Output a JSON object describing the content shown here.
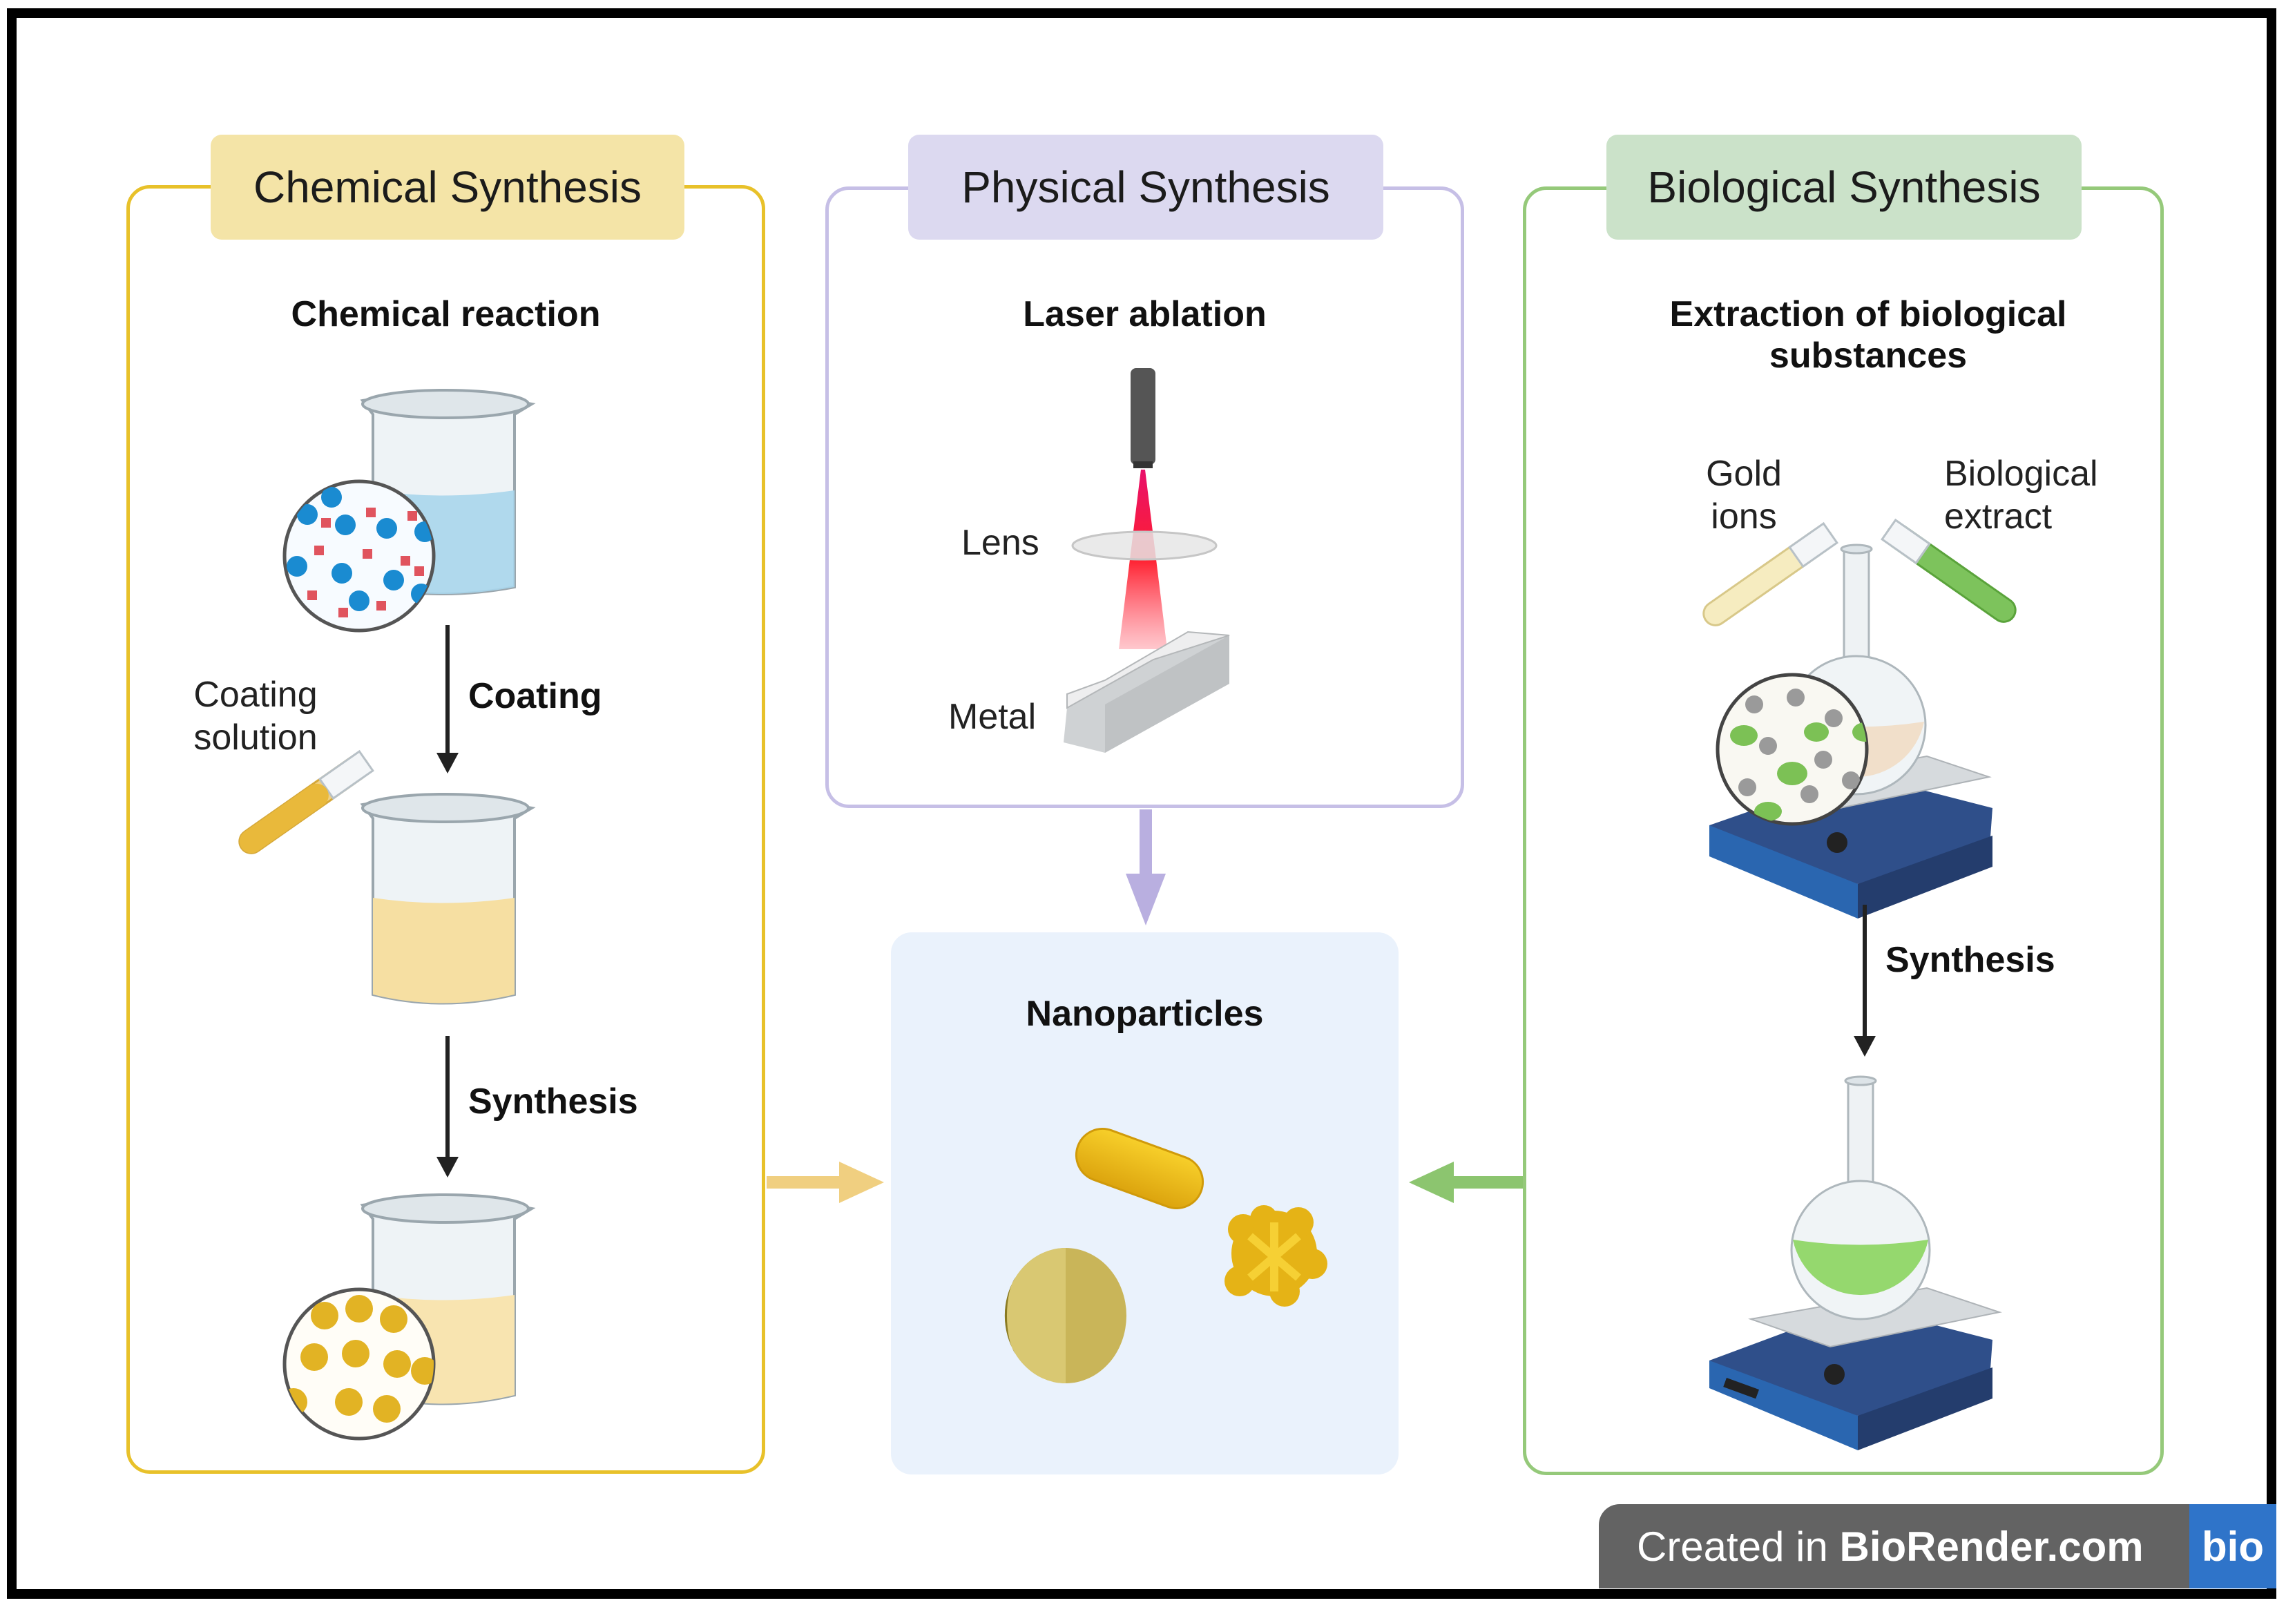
{
  "panels": {
    "chemical": {
      "title": "Chemical Synthesis",
      "heading": "Chemical reaction",
      "side_label_line1": "Coating",
      "side_label_line2": "solution",
      "step1": "Coating",
      "step2": "Synthesis",
      "accent": "#e8c12a",
      "tag_bg": "#f4e4a7"
    },
    "physical": {
      "title": "Physical Synthesis",
      "heading": "Laser ablation",
      "lens_label": "Lens",
      "metal_label": "Metal",
      "accent": "#c6bfe6",
      "tag_bg": "#dcd9f0"
    },
    "biological": {
      "title": "Biological Synthesis",
      "heading_line1": "Extraction of biological",
      "heading_line2": "substances",
      "left_tube_line1": "Gold",
      "left_tube_line2": "ions",
      "right_tube_line1": "Biological",
      "right_tube_line2": "extract",
      "step1": "Synthesis",
      "accent": "#95c97a",
      "tag_bg": "#cbe2c9"
    },
    "nanoparticles": {
      "title": "Nanoparticles",
      "bg": "#eaf2fc"
    }
  },
  "icons": [
    "beaker-blue-solution-icon",
    "magnifier-ions-icon",
    "test-tube-coating-icon",
    "beaker-yellow-solution-icon",
    "beaker-gold-particles-icon",
    "laser-icon",
    "laser-beam-icon",
    "lens-icon",
    "metal-bar-icon",
    "gold-ions-tube-icon",
    "biological-extract-tube-icon",
    "flask-hotplate-icon",
    "flask-green-hotplate-icon",
    "nanorod-icon",
    "nanosphere-icon",
    "nanoflower-icon"
  ],
  "badge": {
    "prefix": "Created in ",
    "brand": "BioRender.com",
    "logo": "bio"
  }
}
